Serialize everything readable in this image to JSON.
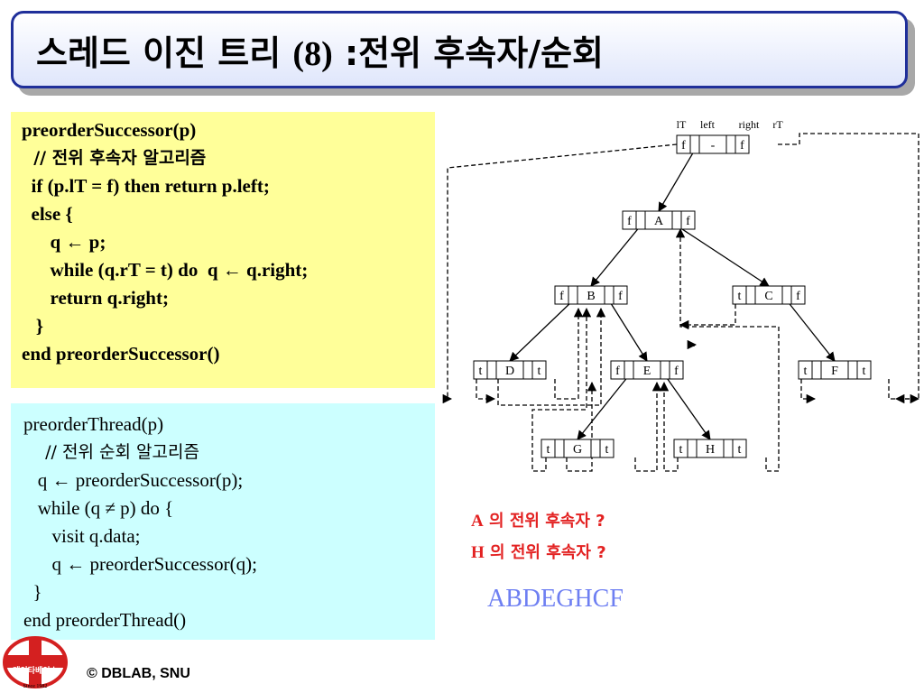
{
  "title": {
    "part1": "스레드 이진 트리 ",
    "part2": "(8)",
    "part3": " :전위 후속자/순회"
  },
  "code_successor": {
    "lines": [
      "preorderSuccessor(p)",
      "  // 전위 후속자 알고리즘",
      "  if (p.lT = f) then return p.left;",
      "  else {",
      "      q ← p;",
      "      while (q.rT = t) do  q ← q.right;",
      "      return q.right;",
      "   }",
      "end preorderSuccessor()"
    ]
  },
  "code_thread": {
    "lines": [
      "preorderThread(p)",
      "    // 전위 순회 알고리즘",
      "   q ← preorderSuccessor(p);",
      "   while (q ≠ p) do {",
      "      visit q.data;",
      "      q ← preorderSuccessor(q);",
      "  }",
      "end preorderThread()"
    ]
  },
  "diagram": {
    "header_labels": [
      "lT",
      "left",
      "right",
      "rT"
    ],
    "nodes": [
      {
        "id": "head",
        "cells": [
          "f",
          "",
          "-",
          "",
          "f"
        ]
      },
      {
        "id": "A",
        "cells": [
          "f",
          "",
          "A",
          "",
          "f"
        ]
      },
      {
        "id": "B",
        "cells": [
          "f",
          "",
          "B",
          "",
          "f"
        ]
      },
      {
        "id": "C",
        "cells": [
          "t",
          "",
          "C",
          "",
          "f"
        ]
      },
      {
        "id": "D",
        "cells": [
          "t",
          "",
          "D",
          "",
          "t"
        ]
      },
      {
        "id": "E",
        "cells": [
          "f",
          "",
          "E",
          "",
          "f"
        ]
      },
      {
        "id": "F",
        "cells": [
          "t",
          "",
          "F",
          "",
          "t"
        ]
      },
      {
        "id": "G",
        "cells": [
          "t",
          "",
          "G",
          "",
          "t"
        ]
      },
      {
        "id": "H",
        "cells": [
          "t",
          "",
          "H",
          "",
          "t"
        ]
      }
    ]
  },
  "questions": {
    "q1_letter": "A",
    "q1_text": " 의 전위 후속자 ?",
    "q2_letter": "H",
    "q2_text": " 의 전위 후속자 ?"
  },
  "answer": "ABDEGHCF",
  "logo": {
    "text": "데이타베이스",
    "since": "Since 1982"
  },
  "copyright": "© DBLAB, SNU",
  "colors": {
    "title_border": "#1f2f9a",
    "code1_bg": "#ffff99",
    "code2_bg": "#ccffff",
    "question": "#e32222",
    "answer": "#6e7ff2",
    "logo": "#d42020"
  }
}
